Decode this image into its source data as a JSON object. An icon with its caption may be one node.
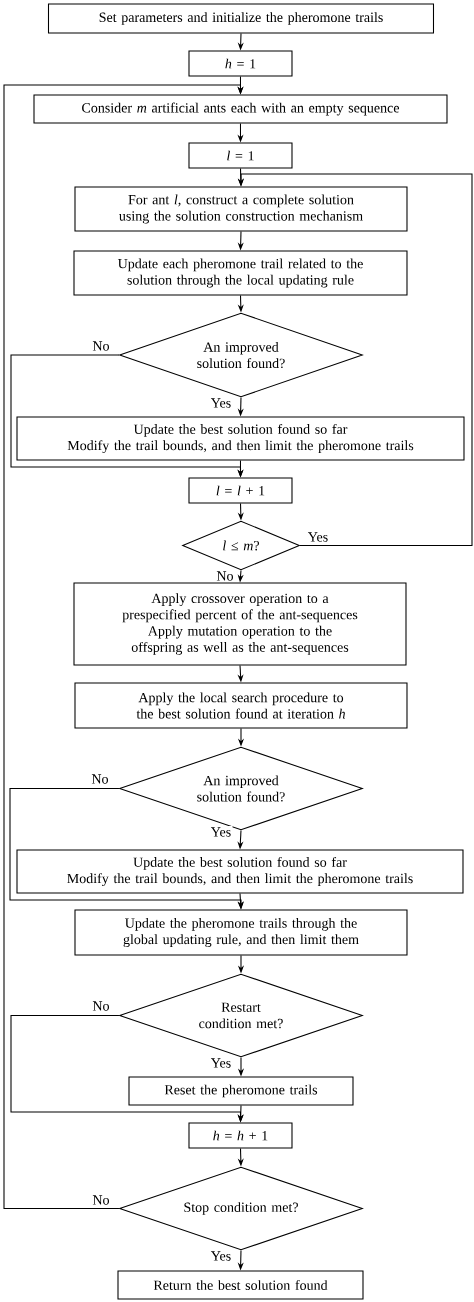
{
  "diagram": {
    "nodes": [
      {
        "text": [
          "Set parameters and initialize the pheromone trails"
        ]
      },
      {
        "text": [
          "*h* = 1"
        ]
      },
      {
        "text": [
          "Consider *m* artificial ants each with an empty sequence"
        ]
      },
      {
        "text": [
          "*l* = 1"
        ]
      },
      {
        "text": [
          "For ant *l*, construct a complete solution using the solution construction mechanism"
        ]
      },
      {
        "text": [
          "Update each pheromone trail related to the solution through the local updating rule"
        ]
      },
      {
        "text": [
          "An improved solution found?"
        ]
      },
      {
        "text": [
          "Update the best solution found so far",
          "Modify the trail bounds, and then limit the pheromone trails"
        ]
      },
      {
        "text": [
          "*l* = *l* + 1"
        ]
      },
      {
        "text": [
          "*l* ≤ *m*?"
        ]
      },
      {
        "text": [
          "Apply crossover operation to a prespecified percent of the ant-sequences",
          "Apply mutation operation to the offspring as well as the ant-sequences"
        ]
      },
      {
        "text": [
          "Apply the local search procedure to the best solution found at iteration *h*"
        ]
      },
      {
        "text": [
          "An improved solution found?"
        ]
      },
      {
        "text": [
          "Update the best solution found so far",
          "Modify the trail bounds, and then limit the pheromone trails"
        ]
      },
      {
        "text": [
          "Update the pheromone trails through the global updating rule, and then limit them"
        ]
      },
      {
        "text": [
          "Restart condition met?"
        ]
      },
      {
        "text": [
          "Reset the pheromone trails"
        ]
      },
      {
        "text": [
          "*h* = *h* + 1"
        ]
      },
      {
        "text": [
          "Stop condition met?"
        ]
      },
      {
        "text": [
          "Return the best solution found"
        ]
      }
    ],
    "edges": [
      {
        "from": 0,
        "to": 1,
        "arrow": "to"
      },
      {
        "from": 1,
        "to": 2,
        "arrow": "to"
      },
      {
        "from": 18,
        "to": 2,
        "arrow": "to",
        "label": "No"
      },
      {
        "from": 2,
        "to": 3,
        "arrow": "to"
      },
      {
        "from": 3,
        "to": 4,
        "arrow": "to"
      },
      {
        "from": 9,
        "to": 4,
        "arrow": "to",
        "label": "Yes"
      },
      {
        "from": 4,
        "to": 5,
        "arrow": "to"
      },
      {
        "from": 5,
        "to": 6,
        "arrow": "to"
      },
      {
        "from": 6,
        "to": 7,
        "arrow": "to",
        "label": "Yes"
      },
      {
        "from": 6,
        "to": 8,
        "arrow": "to",
        "label": "No"
      },
      {
        "from": 7,
        "to": 8,
        "arrow": "to"
      },
      {
        "from": 8,
        "to": 9,
        "arrow": "to"
      },
      {
        "from": 9,
        "to": 10,
        "arrow": "to",
        "label": "No"
      },
      {
        "from": 10,
        "to": 11,
        "arrow": "to"
      },
      {
        "from": 11,
        "to": 12,
        "arrow": "to"
      },
      {
        "from": 12,
        "to": 13,
        "arrow": "to",
        "label": "Yes"
      },
      {
        "from": 12,
        "to": 14,
        "arrow": "to",
        "label": "No"
      },
      {
        "from": 13,
        "to": 14,
        "arrow": "to"
      },
      {
        "from": 14,
        "to": 15,
        "arrow": "to"
      },
      {
        "from": 15,
        "to": 16,
        "arrow": "to",
        "label": "Yes"
      },
      {
        "from": 15,
        "to": 17,
        "arrow": "to",
        "label": "No"
      },
      {
        "from": 16,
        "to": 17,
        "arrow": "to"
      },
      {
        "from": 17,
        "to": 18,
        "arrow": "to"
      },
      {
        "from": 18,
        "to": 19,
        "arrow": "to",
        "label": "Yes"
      }
    ]
  }
}
